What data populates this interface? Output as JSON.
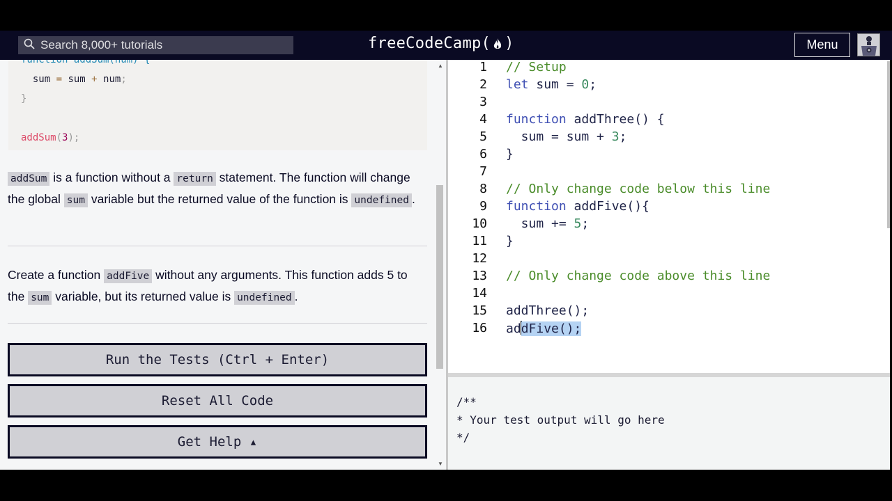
{
  "nav": {
    "search_placeholder": "Search 8,000+ tutorials",
    "logo_text_left": "freeCodeCamp(",
    "logo_text_right": ")",
    "menu_label": "Menu",
    "icons": [
      "search-icon",
      "flame-icon",
      "avatar-icon"
    ]
  },
  "lesson": {
    "snippet": {
      "line1": "function addSum(num) {",
      "line2_a": "sum",
      "line2_b": " = ",
      "line2_c": "sum",
      "line2_d": " + ",
      "line2_e": "num",
      "line2_f": ";",
      "line3": "}",
      "line5_fn": "addSum",
      "line5_open": "(",
      "line5_num": "3",
      "line5_close": ");"
    },
    "paragraph1": {
      "code1": "addSum",
      "text1": " is a function without a ",
      "code2": "return",
      "text2": " statement. The function will change the global ",
      "code3": "sum",
      "text3": " variable but the returned value of the function is ",
      "code4": "undefined",
      "text4": "."
    },
    "paragraph2": {
      "text1": "Create a function ",
      "code1": "addFive",
      "text2": " without any arguments. This function adds 5 to the ",
      "code2": "sum",
      "text3": " variable, but its returned value is ",
      "code3": "undefined",
      "text4": "."
    },
    "buttons": {
      "run_tests": "Run the Tests (Ctrl + Enter)",
      "reset": "Reset All Code",
      "get_help": "Get Help ▴"
    }
  },
  "editor": {
    "line_numbers": [
      "1",
      "2",
      "3",
      "4",
      "5",
      "6",
      "7",
      "8",
      "9",
      "10",
      "11",
      "12",
      "13",
      "14",
      "15",
      "16"
    ],
    "lines": {
      "l1": "// Setup",
      "l2_kw": "let",
      "l2_rest": " sum = ",
      "l2_num": "0",
      "l2_end": ";",
      "l4_kw": "function",
      "l4_rest": " addThree() {",
      "l5_rest": "  sum = sum + ",
      "l5_num": "3",
      "l5_end": ";",
      "l6": "}",
      "l8": "// Only change code below this line",
      "l9_kw": "function",
      "l9_rest": " addFive(){",
      "l10_rest": "  sum += ",
      "l10_num": "5",
      "l10_end": ";",
      "l11": "}",
      "l13": "// Only change code above this line",
      "l15": "addThree();",
      "l16_before": "ad",
      "l16_selected": "dFive();"
    }
  },
  "output": {
    "line1": "/**",
    "line2": "* Your test output will go here",
    "line3": "*/"
  }
}
